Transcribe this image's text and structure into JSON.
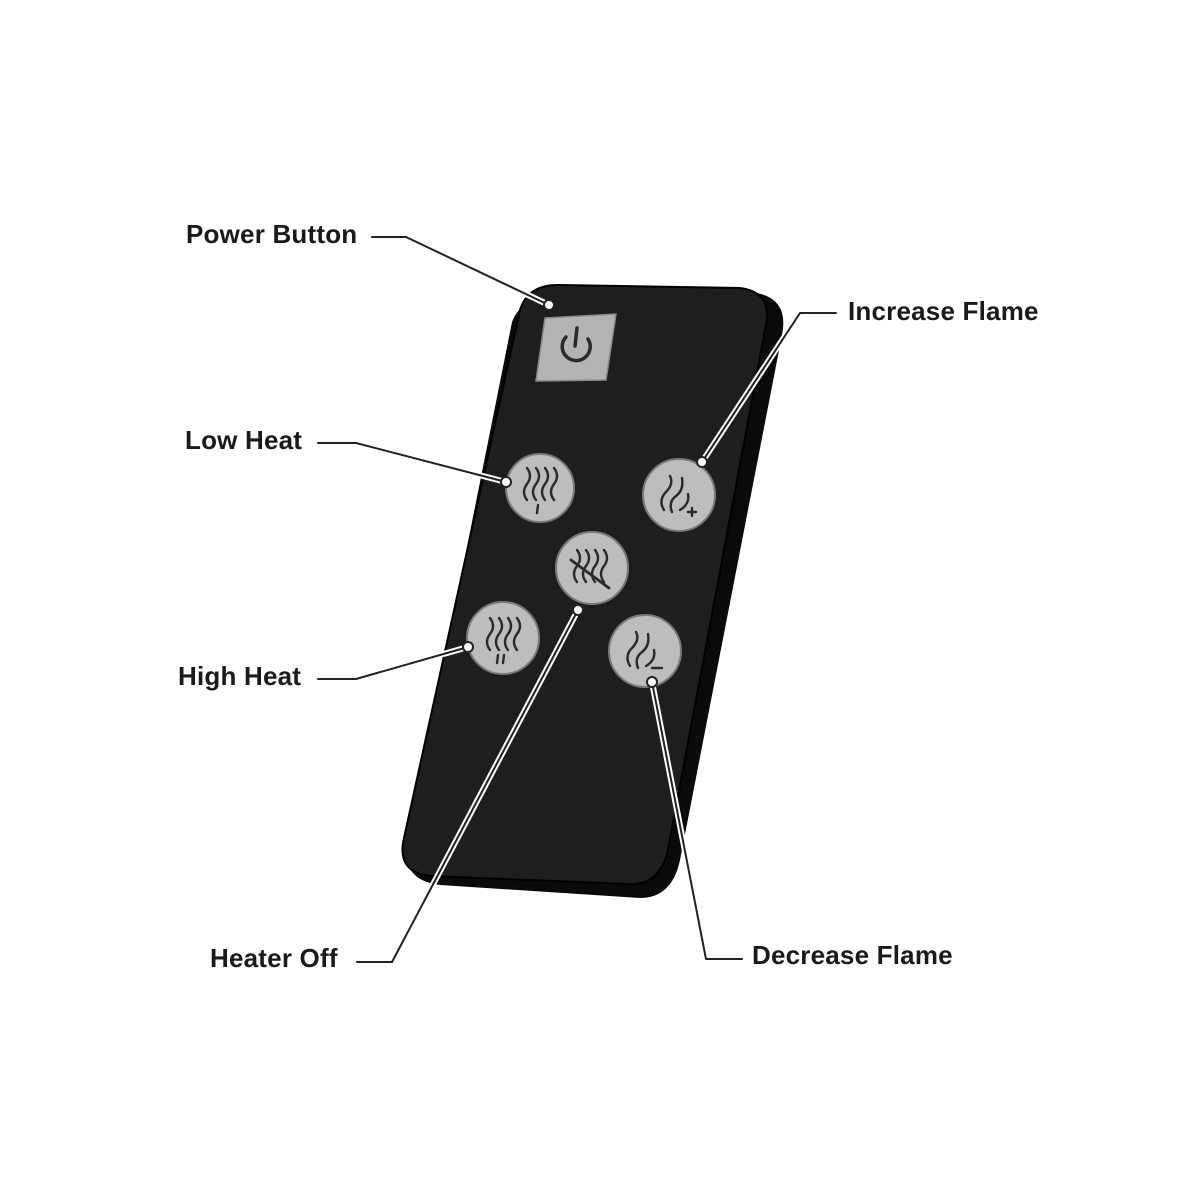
{
  "labels": {
    "power_button": "Power Button",
    "low_heat": "Low Heat",
    "high_heat": "High Heat",
    "heater_off": "Heater Off",
    "increase_flame": "Increase Flame",
    "decrease_flame": "Decrease Flame"
  },
  "icons": {
    "power": "power-icon",
    "low_heat": "heat-waves-low-icon",
    "high_heat": "heat-waves-high-icon",
    "heater_off": "heat-off-icon",
    "increase_flame": "flame-plus-icon",
    "decrease_flame": "flame-minus-icon"
  },
  "colors": {
    "remote_body": "#1e1e1e",
    "remote_side": "#0a0a0a",
    "button_face": "#bdbdbd",
    "power_face": "#b3b3b3",
    "icon_stroke": "#2a2a2a",
    "leader": "#222222"
  }
}
